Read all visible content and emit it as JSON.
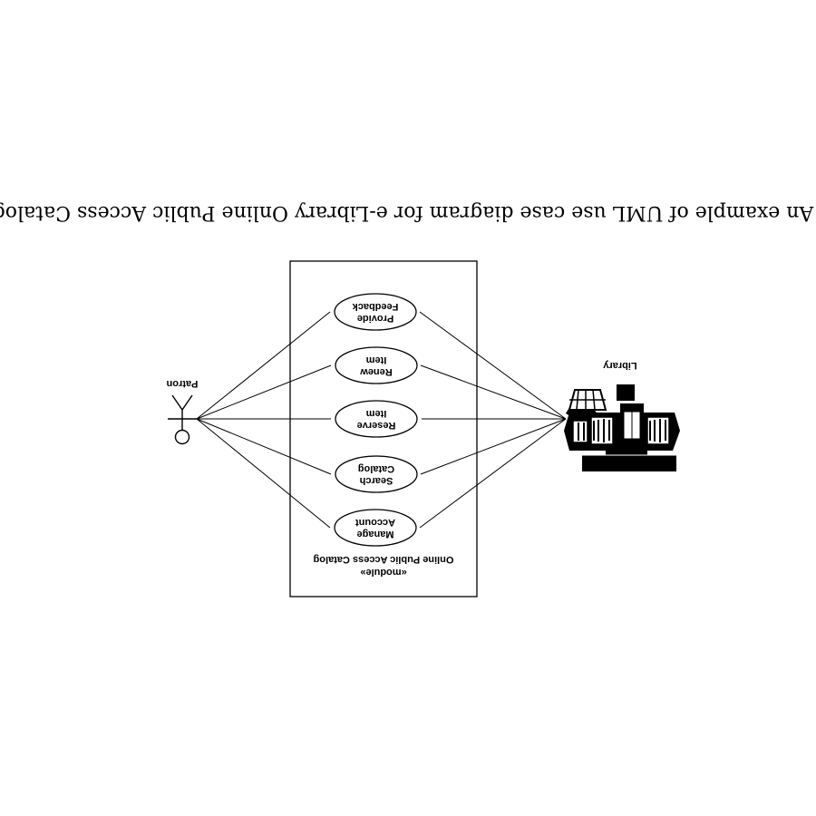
{
  "caption": "* An example of UML use case diagram for e-Library Online Public Access Catalog.",
  "system": {
    "stereotype": "«module»",
    "name": "Online Public Access Catalog"
  },
  "actors": {
    "patron": {
      "label": "Patron",
      "icon": "stick-figure-icon"
    },
    "library": {
      "label": "Library",
      "icon": "library-building-icon"
    }
  },
  "use_cases": [
    {
      "line1": "Manage",
      "line2": "Account"
    },
    {
      "line1": "Search",
      "line2": "Catalog"
    },
    {
      "line1": "Reserve",
      "line2": "Item"
    },
    {
      "line1": "Renew",
      "line2": "Item"
    },
    {
      "line1": "Provide",
      "line2": "Feedback"
    }
  ]
}
